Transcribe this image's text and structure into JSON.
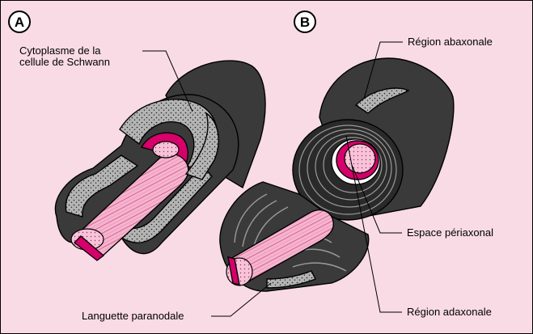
{
  "panels": {
    "a": {
      "badge": "A"
    },
    "b": {
      "badge": "B"
    }
  },
  "labels": {
    "cytoplasm_line1": "Cytoplasme de la",
    "cytoplasm_line2": "cellule de Schwann",
    "abaxonal": "Région abaxonale",
    "periaxonal": "Espace périaxonal",
    "adaxonal": "Région adaxonale",
    "paranodal": "Languette paranodale"
  },
  "colors": {
    "background": "#f9dbe6",
    "myelin": "#3a3a3a",
    "cytoplasm": "#a9a9a9",
    "axon": "#f4a9c9",
    "accent": "#d6006b"
  }
}
